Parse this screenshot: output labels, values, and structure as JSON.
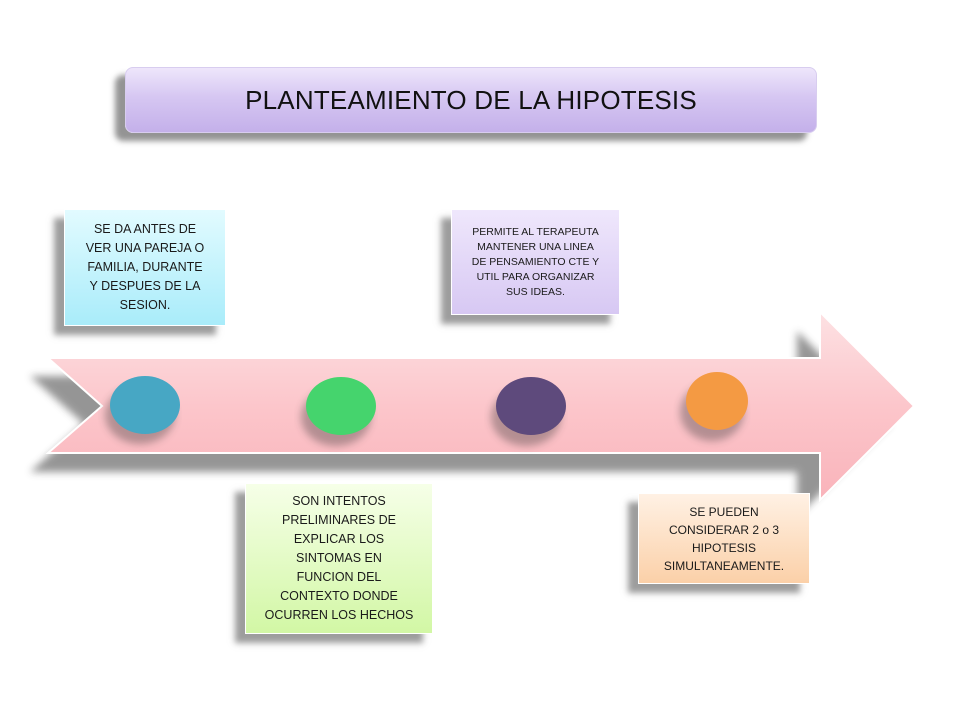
{
  "title": "PLANTEAMIENTO DE LA HIPOTESIS",
  "colors": {
    "arrow": "#fcc6cb",
    "circle_blue": "#47a7c4",
    "circle_green": "#45d46d",
    "circle_purple": "#5e4a7c",
    "circle_orange": "#f49a43"
  },
  "notes": {
    "top_left": "SE DA ANTES DE\nVER UNA PAREJA O\nFAMILIA, DURANTE\nY DESPUES DE LA\nSESION.",
    "top_right": "PERMITE AL TERAPEUTA\nMANTENER UNA LINEA\nDE PENSAMIENTO CTE Y\nUTIL PARA ORGANIZAR\nSUS IDEAS.",
    "bottom_left": "SON INTENTOS\nPRELIMINARES DE\nEXPLICAR LOS\nSINTOMAS EN\nFUNCION DEL\nCONTEXTO DONDE\nOCURREN LOS HECHOS",
    "bottom_right": "SE PUEDEN\nCONSIDERAR 2 o 3\nHIPOTESIS\nSIMULTANEAMENTE."
  }
}
